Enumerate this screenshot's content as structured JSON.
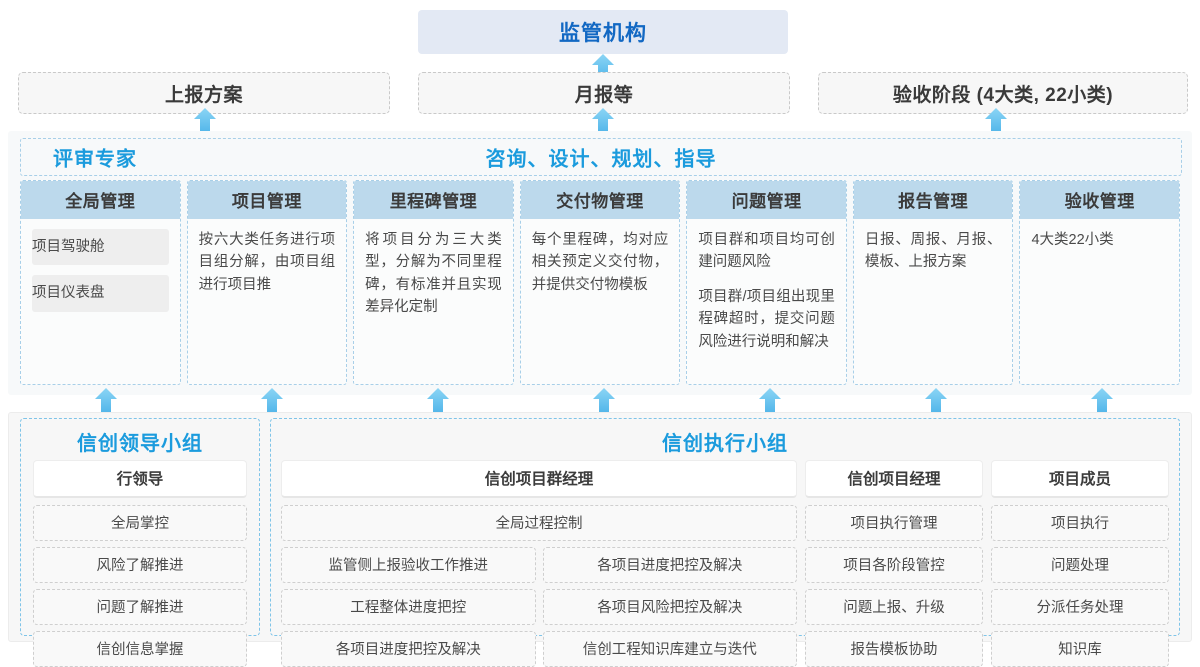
{
  "top": {
    "regulator": "监管机构",
    "boxes": [
      {
        "label": "上报方案"
      },
      {
        "label": "月报等"
      },
      {
        "label": "验收阶段 (4大类, 22小类)"
      }
    ]
  },
  "middle": {
    "left_title": "评审专家",
    "center_title": "咨询、设计、规划、指导",
    "cards": [
      {
        "title": "全局管理",
        "chips": [
          "项目驾驶舱",
          "项目仪表盘"
        ],
        "paragraphs": []
      },
      {
        "title": "项目管理",
        "chips": [],
        "paragraphs": [
          "按六大类任务进行项目组分解，由项目组进行项目推"
        ]
      },
      {
        "title": "里程碑管理",
        "chips": [],
        "paragraphs": [
          "将项目分为三大类型，分解为不同里程碑，有标准并且实现差异化定制"
        ]
      },
      {
        "title": "交付物管理",
        "chips": [],
        "paragraphs": [
          "每个里程碑，均对应相关预定义交付物，并提供交付物模板"
        ]
      },
      {
        "title": "问题管理",
        "chips": [],
        "paragraphs": [
          "项目群和项目均可创建问题风险",
          "项目群/项目组出现里程碑超时，提交问题风险进行说明和解决"
        ]
      },
      {
        "title": "报告管理",
        "chips": [],
        "paragraphs": [
          "日报、周报、月报、模板、上报方案"
        ]
      },
      {
        "title": "验收管理",
        "chips": [],
        "paragraphs": [
          "4大类22小类"
        ]
      }
    ]
  },
  "bottom": {
    "leading_group": {
      "title": "信创领导小组",
      "role": "行领导",
      "items": [
        "全局掌控",
        "风险了解推进",
        "问题了解推进",
        "信创信息掌握"
      ]
    },
    "exec_group": {
      "title": "信创执行小组",
      "program_manager": {
        "role": "信创项目群经理",
        "full_width_item": "全局过程控制",
        "left_items": [
          "监管侧上报验收工作推进",
          "工程整体进度把控",
          "各项目进度把控及解决"
        ],
        "right_items": [
          "各项目进度把控及解决",
          "各项目风险把控及解决",
          "信创工程知识库建立与迭代"
        ]
      },
      "project_manager": {
        "role": "信创项目经理",
        "items": [
          "项目执行管理",
          "项目各阶段管控",
          "问题上报、升级",
          "报告模板协助"
        ]
      },
      "member": {
        "role": "项目成员",
        "items": [
          "项目执行",
          "问题处理",
          "分派任务处理",
          "知识库"
        ]
      }
    }
  },
  "colors": {
    "accent_blue": "#1b9bdd",
    "title_blue": "#1268c3",
    "card_head": "#bcd9ec",
    "top_box": "#e3e9f4",
    "arrow_from": "#4fb4e9",
    "arrow_to": "#8bd5f5"
  },
  "icons": {
    "arrow_up": "arrow-up-icon"
  }
}
